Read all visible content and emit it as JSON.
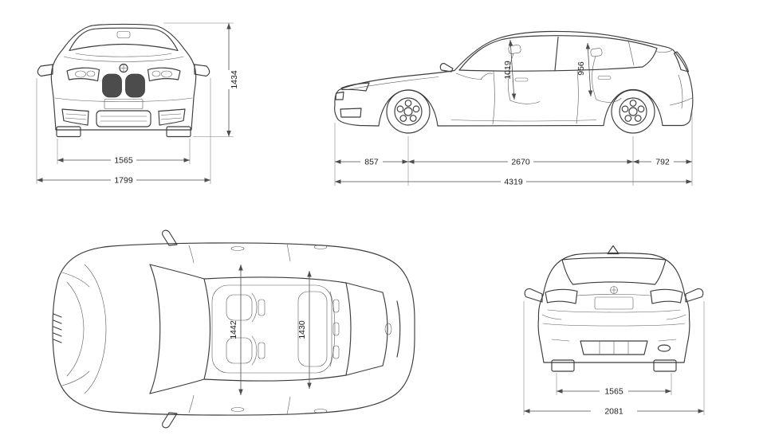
{
  "colors": {
    "background": "#ffffff",
    "car_line": "#3c3c3c",
    "dimension_line": "#4d4d4d",
    "label_text": "#1b1b1b"
  },
  "views": {
    "front": {
      "overall_height": "1434",
      "front_track": "1565",
      "overall_width": "1799"
    },
    "side": {
      "front_headroom": "1019",
      "rear_headroom": "956",
      "front_overhang": "857",
      "wheelbase": "2670",
      "rear_overhang": "792",
      "overall_length": "4319"
    },
    "top": {
      "front_interior": "1442",
      "rear_interior": "1430"
    },
    "rear": {
      "rear_track": "1565",
      "width_incl_mirrors": "2081"
    }
  }
}
